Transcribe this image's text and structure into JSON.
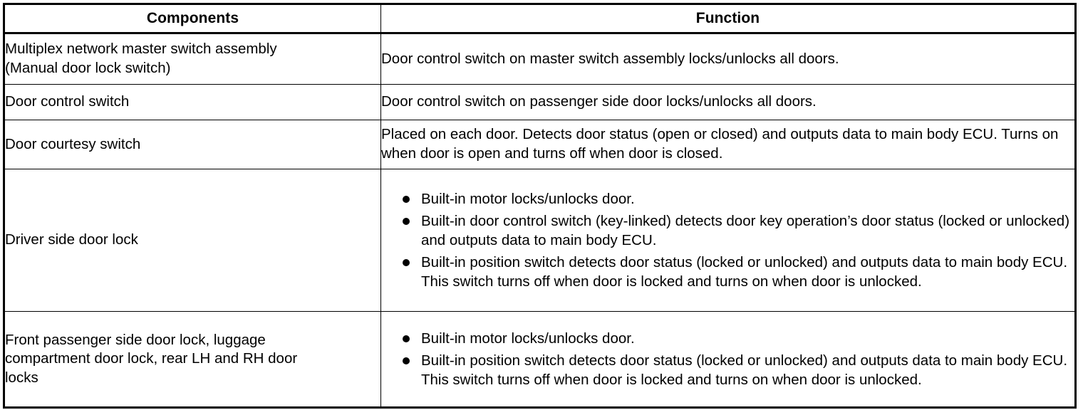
{
  "document": {
    "type": "specification-table",
    "title_visible": false
  },
  "table": {
    "headers": {
      "components": "Components",
      "function": "Function"
    },
    "rows": [
      {
        "component": "Multiplex network master switch assembly (Manual door lock switch)",
        "component_lines": [
          "Multiplex network master switch assembly",
          "(Manual door lock switch)"
        ],
        "function_type": "paragraph",
        "function_text": "Door control switch on master switch assembly locks/unlocks all doors.",
        "function_bullets": []
      },
      {
        "component": "Door control switch",
        "component_lines": [
          "Door control switch"
        ],
        "function_type": "paragraph",
        "function_text": "Door control switch on passenger side door locks/unlocks all doors.",
        "function_bullets": []
      },
      {
        "component": "Door courtesy switch",
        "component_lines": [
          "Door courtesy switch"
        ],
        "function_type": "paragraph",
        "function_text": "Placed on each door. Detects door status (open or closed) and outputs data to main body ECU. Turns on when door is open and turns off when door is closed.",
        "function_bullets": []
      },
      {
        "component": "Driver side door lock",
        "component_lines": [
          "Driver side door lock"
        ],
        "function_type": "bullets",
        "function_text": "",
        "function_bullets": [
          "Built-in motor locks/unlocks door.",
          "Built-in door control switch (key-linked) detects door key operation’s door status (locked or unlocked) and outputs data to main body ECU.",
          "Built-in position switch detects door status (locked or unlocked) and outputs data to main body ECU. This switch turns off when door is locked and turns on when door is unlocked."
        ]
      },
      {
        "component": "Front passenger side door lock, luggage compartment door lock, rear LH and RH door locks",
        "component_lines": [
          "Front passenger side door lock, luggage",
          "compartment door lock, rear LH and RH door",
          "locks"
        ],
        "function_type": "bullets",
        "function_text": "",
        "function_bullets": [
          "Built-in motor locks/unlocks door.",
          "Built-in position switch detects door status (locked or unlocked) and outputs data to main body ECU. This switch turns off when door is locked and turns on when door is unlocked."
        ]
      }
    ]
  },
  "style": {
    "text_color": "#000000",
    "background_color": "#ffffff",
    "border_color": "#000000",
    "bullet_glyph": "filled-circle"
  }
}
